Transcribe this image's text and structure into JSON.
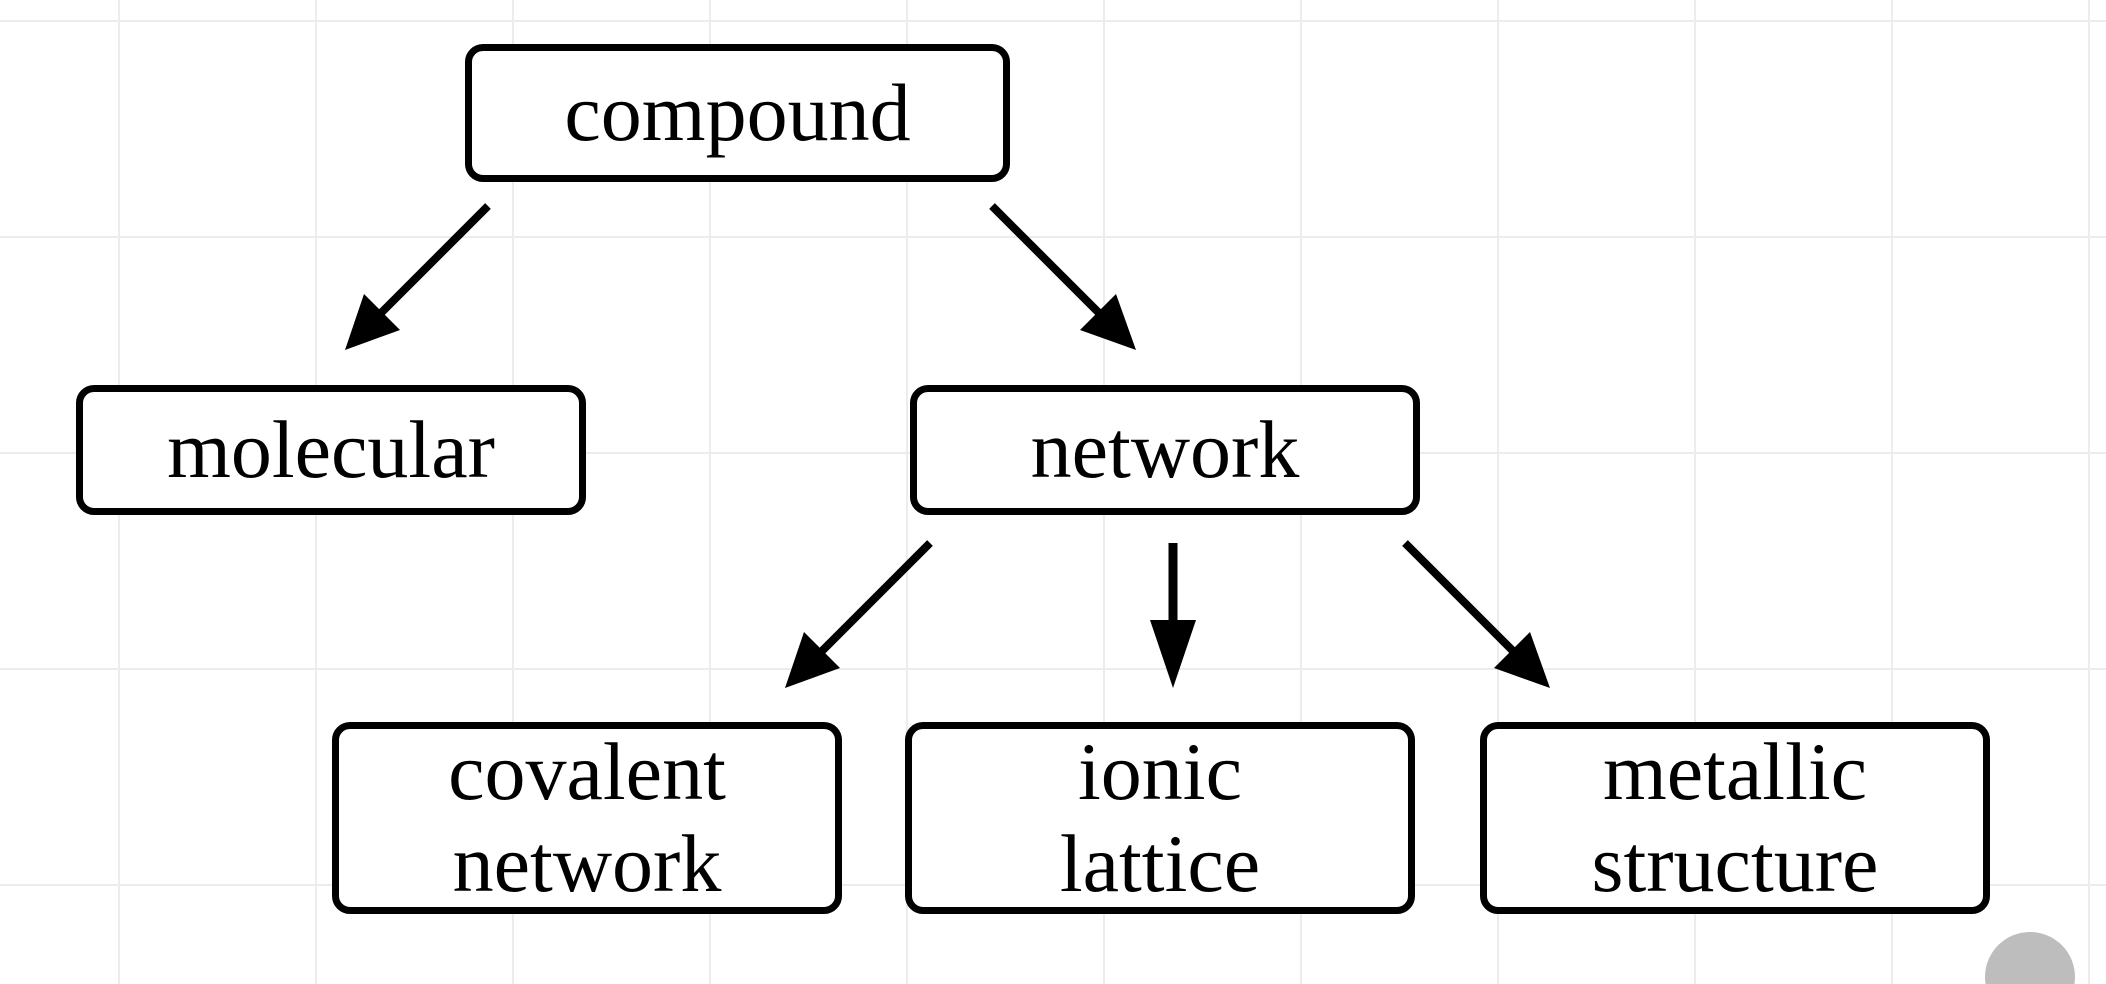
{
  "diagram": {
    "nodes": {
      "compound": "compound",
      "molecular": "molecular",
      "network": "network",
      "covalent": [
        "covalent",
        "network"
      ],
      "ionic": [
        "ionic",
        "lattice"
      ],
      "metallic": [
        "metallic",
        "structure"
      ]
    },
    "edges": [
      {
        "from": "compound",
        "to": "molecular"
      },
      {
        "from": "compound",
        "to": "network"
      },
      {
        "from": "network",
        "to": "covalent network"
      },
      {
        "from": "network",
        "to": "ionic lattice"
      },
      {
        "from": "network",
        "to": "metallic structure"
      }
    ],
    "colors": {
      "stroke": "#000000",
      "background": "#ffffff",
      "grid": "#ececec"
    }
  }
}
